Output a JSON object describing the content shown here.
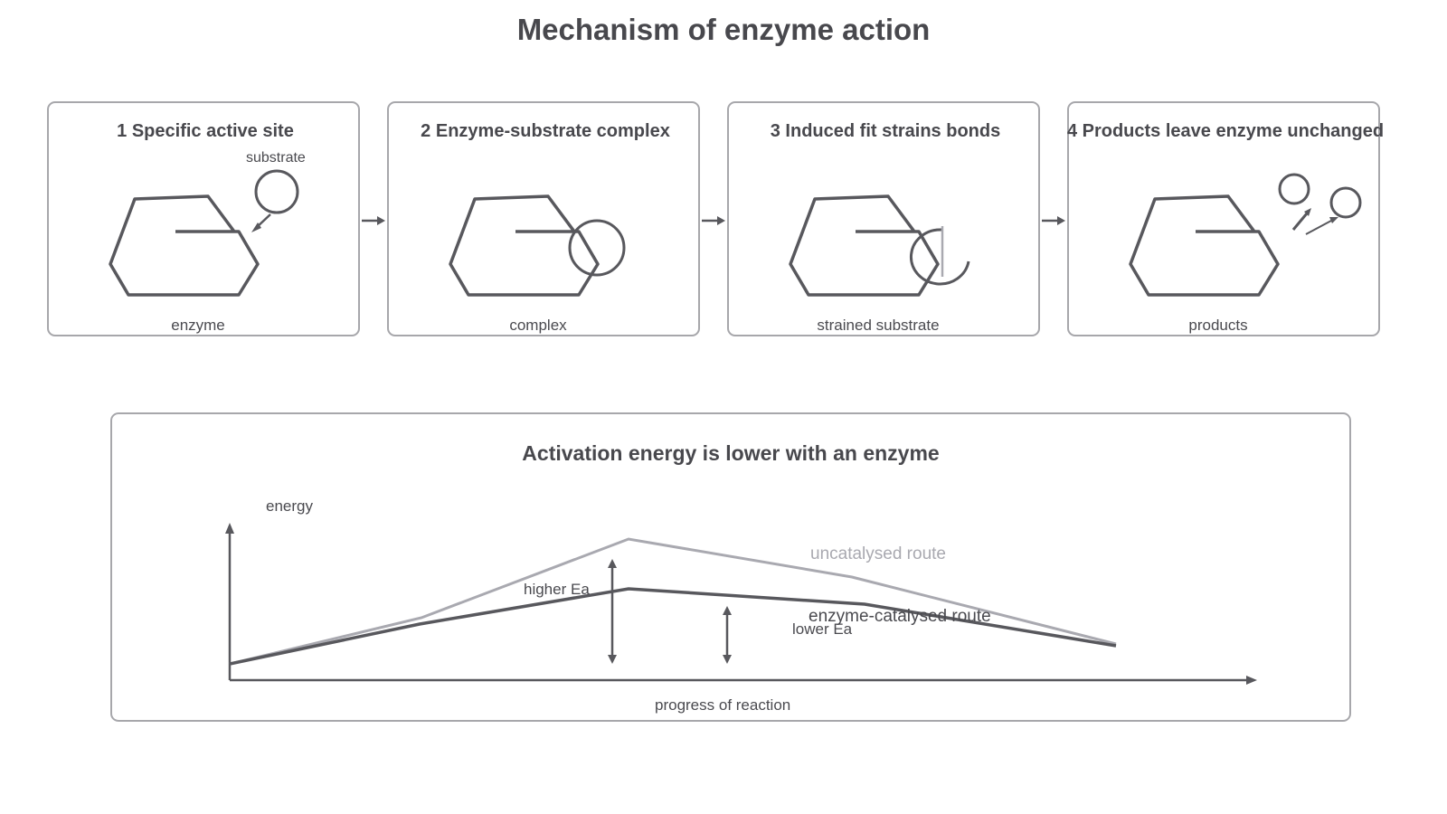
{
  "title": "Mechanism of enzyme action",
  "panels": [
    {
      "heading": "1 Specific active site",
      "caption": "enzyme",
      "label": "substrate"
    },
    {
      "heading": "2 Enzyme-substrate complex",
      "caption": "complex"
    },
    {
      "heading": "3 Induced fit strains bonds",
      "caption": "strained substrate"
    },
    {
      "heading": "4 Products leave enzyme unchanged",
      "caption": "products"
    }
  ],
  "energy_graph": {
    "title": "Activation energy is lower with an enzyme",
    "y_axis_label": "energy",
    "x_axis_label": "progress of reaction",
    "uncatalysed_label": "uncatalysed route",
    "catalysed_label": "enzyme-catalysed route",
    "higher_label": "higher Ea",
    "lower_label": "lower Ea"
  },
  "colors": {
    "line": "#58585d",
    "light_line": "#a9a9b0",
    "border": "#a7a7ab"
  }
}
